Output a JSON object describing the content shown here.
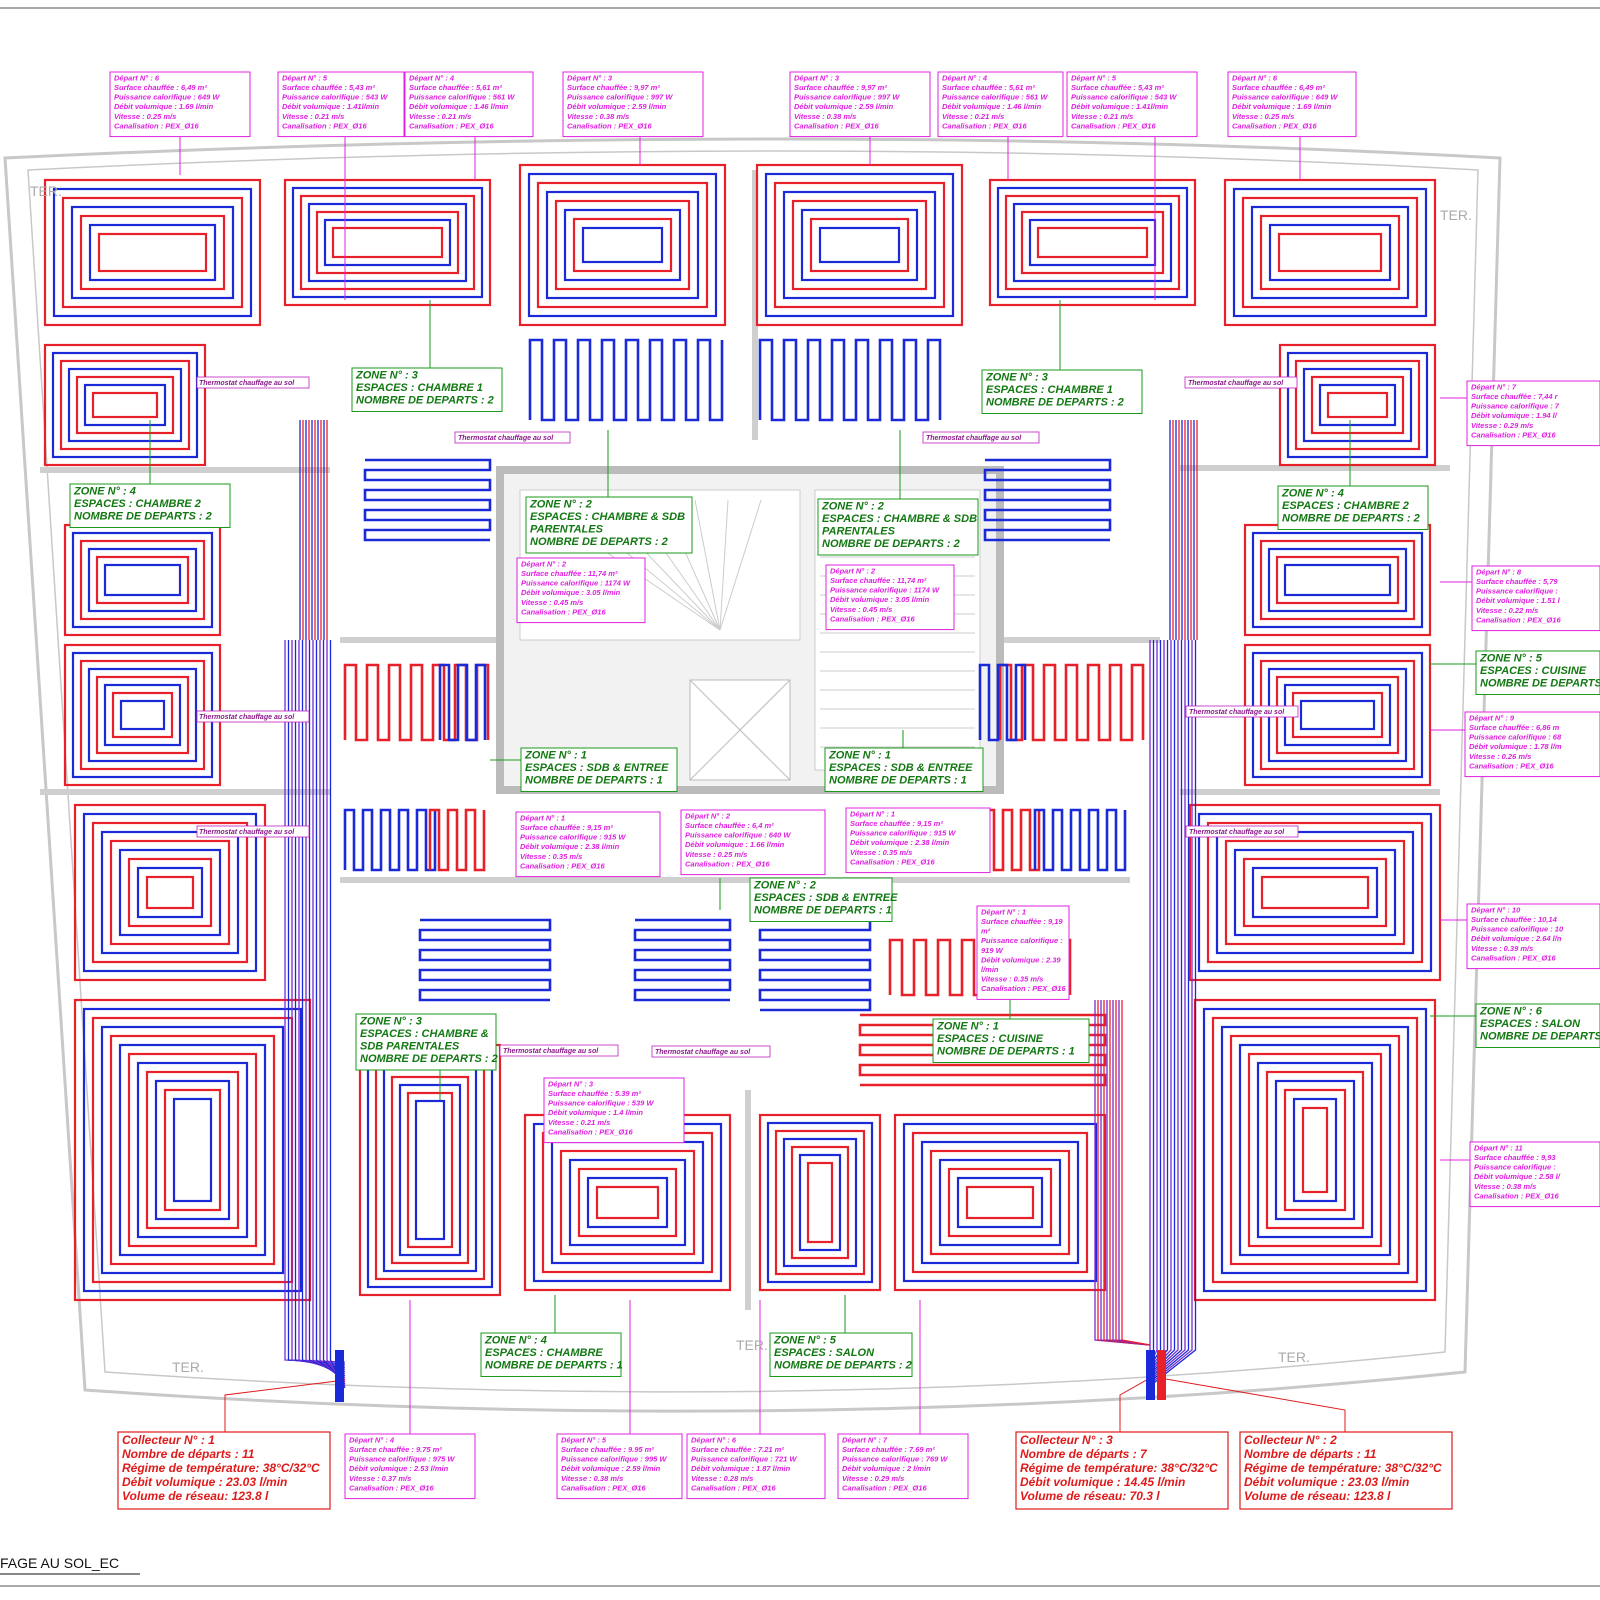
{
  "drawing_title": "FAGE AU SOL_EC",
  "terrace_label": "TER.",
  "thermostat_label": "Thermostat chauffage au sol",
  "colors": {
    "supply": "#e8202a",
    "return": "#1a2ad8",
    "manifold": "#7a2ad0",
    "zone": "#1a9a1a",
    "departure": "#e020e0",
    "collector": "#e01a1a",
    "walls": "#c8c8c8"
  },
  "collectors": [
    {
      "lines": [
        "Collecteur N° : 1",
        "Nombre de départs :  11",
        "Régime de température: 38°C/32°C",
        "Débit volumique : 23.03 l/min",
        "Volume de réseau: 123.8 l"
      ]
    },
    {
      "lines": [
        "Collecteur N° : 3",
        "Nombre de départs :  7",
        "Régime de température: 38°C/32°C",
        "Débit volumique : 14.45 l/min",
        "Volume de réseau: 70.3 l"
      ]
    },
    {
      "lines": [
        "Collecteur N° : 2",
        "Nombre de départs :  11",
        "Régime de température: 38°C/32°C",
        "Débit volumique : 23.03 l/min",
        "Volume de réseau: 123.8 l"
      ]
    }
  ],
  "zones": [
    {
      "lines": [
        "ZONE N° : 3",
        "ESPACES : CHAMBRE 1",
        "NOMBRE DE DEPARTS : 2"
      ]
    },
    {
      "lines": [
        "ZONE N° : 3",
        "ESPACES : CHAMBRE 1",
        "NOMBRE DE DEPARTS : 2"
      ]
    },
    {
      "lines": [
        "ZONE N° : 4",
        "ESPACES : CHAMBRE 2",
        "NOMBRE DE DEPARTS : 2"
      ]
    },
    {
      "lines": [
        "ZONE N° : 4",
        "ESPACES : CHAMBRE 2",
        "NOMBRE DE DEPARTS : 2"
      ]
    },
    {
      "lines": [
        "ZONE N° : 2",
        "ESPACES : CHAMBRE & SDB",
        "PARENTALES",
        "NOMBRE DE DEPARTS : 2"
      ]
    },
    {
      "lines": [
        "ZONE N° : 2",
        "ESPACES : CHAMBRE & SDB",
        "PARENTALES",
        "NOMBRE DE DEPARTS : 2"
      ]
    },
    {
      "lines": [
        "ZONE N° : 5",
        "ESPACES : CUISINE",
        "NOMBRE DE DEPARTS"
      ]
    },
    {
      "lines": [
        "ZONE N° : 1",
        "ESPACES : SDB & ENTREE",
        "NOMBRE DE DEPARTS : 1"
      ]
    },
    {
      "lines": [
        "ZONE N° : 1",
        "ESPACES : SDB & ENTREE",
        "NOMBRE DE DEPARTS : 1"
      ]
    },
    {
      "lines": [
        "ZONE N° : 2",
        "ESPACES : SDB & ENTREE",
        "NOMBRE DE DEPARTS : 1"
      ]
    },
    {
      "lines": [
        "ZONE N° : 3",
        "ESPACES : CHAMBRE &",
        "SDB PARENTALES",
        "NOMBRE DE DEPARTS : 2"
      ]
    },
    {
      "lines": [
        "ZONE N° : 1",
        "ESPACES : CUISINE",
        "NOMBRE DE DEPARTS : 1"
      ]
    },
    {
      "lines": [
        "ZONE N° : 6",
        "ESPACES : SALON",
        "NOMBRE DE DEPARTS"
      ]
    },
    {
      "lines": [
        "ZONE N° : 4",
        "ESPACES : CHAMBRE",
        "NOMBRE DE DEPARTS : 1"
      ]
    },
    {
      "lines": [
        "ZONE N° : 5",
        "ESPACES : SALON",
        "NOMBRE DE DEPARTS : 2"
      ]
    }
  ],
  "departures": [
    {
      "lines": [
        "Départ N° : 6",
        "Surface chauffée : 6,49 m²",
        "Puissance calorifique : 649 W",
        "Débit volumique : 1.69 l/min",
        "Vitesse : 0.25 m/s",
        "Canalisation :  PEX_Ø16"
      ]
    },
    {
      "lines": [
        "Départ N° : 5",
        "Surface chauffée : 5,43 m²",
        "Puissance calorifique : 543 W",
        "Débit volumique : 1.41l/min",
        "Vitesse : 0.21 m/s",
        "Canalisation :  PEX_Ø16"
      ]
    },
    {
      "lines": [
        "Départ N° : 4",
        "Surface chauffée : 5,61 m²",
        "Puissance calorifique : 561 W",
        "Débit volumique : 1.46 l/min",
        "Vitesse : 0.21 m/s",
        "Canalisation :  PEX_Ø16"
      ]
    },
    {
      "lines": [
        "Départ N° : 3",
        "Surface chauffée : 9,97 m²",
        "Puissance calorifique : 997 W",
        "Débit volumique : 2.59 l/min",
        "Vitesse : 0.38 m/s",
        "Canalisation :  PEX_Ø16"
      ]
    },
    {
      "lines": [
        "Départ N° : 3",
        "Surface chauffée : 9,97 m²",
        "Puissance calorifique : 997 W",
        "Débit volumique : 2.59 l/min",
        "Vitesse : 0.38 m/s",
        "Canalisation :  PEX_Ø16"
      ]
    },
    {
      "lines": [
        "Départ N° : 4",
        "Surface chauffée : 5,61 m²",
        "Puissance calorifique : 561 W",
        "Débit volumique : 1.46 l/min",
        "Vitesse : 0.21 m/s",
        "Canalisation :  PEX_Ø16"
      ]
    },
    {
      "lines": [
        "Départ N° : 5",
        "Surface chauffée : 5,43 m²",
        "Puissance calorifique : 543 W",
        "Débit volumique : 1.41l/min",
        "Vitesse : 0.21 m/s",
        "Canalisation :  PEX_Ø16"
      ]
    },
    {
      "lines": [
        "Départ N° : 6",
        "Surface chauffée : 6,49 m²",
        "Puissance calorifique : 649 W",
        "Débit volumique : 1.69 l/min",
        "Vitesse : 0.25 m/s",
        "Canalisation :  PEX_Ø16"
      ]
    },
    {
      "lines": [
        "Départ N° : 2",
        "Surface chauffée : 11,74 m²",
        "Puissance calorifique : 1174 W",
        "Débit volumique : 3.05 l/min",
        "Vitesse : 0.45 m/s",
        "Canalisation :  PEX_Ø16"
      ]
    },
    {
      "lines": [
        "Départ N° : 2",
        "Surface chauffée : 11,74 m²",
        "Puissance calorifique : 1174 W",
        "Débit volumique : 3.05 l/min",
        "Vitesse : 0.45 m/s",
        "Canalisation :  PEX_Ø16"
      ]
    },
    {
      "lines": [
        "Départ N° : 1",
        "Surface chauffée : 9,15 m²",
        "Puissance calorifique : 915 W",
        "Débit volumique : 2.38 l/min",
        "Vitesse : 0.35 m/s",
        "Canalisation :  PEX_Ø16"
      ]
    },
    {
      "lines": [
        "Départ N° : 2",
        "Surface chauffée : 6,4 m²",
        "Puissance calorifique : 640 W",
        "Débit volumique : 1.66 l/min",
        "Vitesse : 0.25 m/s",
        "Canalisation :  PEX_Ø16"
      ]
    },
    {
      "lines": [
        "Départ N° : 1",
        "Surface chauffée : 9,15 m²",
        "Puissance calorifique : 915 W",
        "Débit volumique : 2.38 l/min",
        "Vitesse : 0.35 m/s",
        "Canalisation :  PEX_Ø16"
      ]
    },
    {
      "lines": [
        "Départ N° : 1",
        "Surface chauffée :  9,19",
        "m²",
        "Puissance calorifique :",
        "919 W",
        "Débit volumique : 2.39",
        "l/min",
        "Vitesse : 0.35 m/s",
        "Canalisation :  PEX_Ø16"
      ]
    },
    {
      "lines": [
        "Départ N° : 3",
        "Surface chauffée :  5.39 m²",
        "Puissance calorifique : 539 W",
        "Débit volumique : 1.4 l/min",
        "Vitesse : 0.21 m/s",
        "Canalisation :  PEX_Ø16"
      ]
    },
    {
      "lines": [
        "Départ N° : 4",
        "Surface chauffée :  9.75 m²",
        "Puissance calorifique : 975 W",
        "Débit volumique : 2.53 l/min",
        "Vitesse : 0.37 m/s",
        "Canalisation :  PEX_Ø16"
      ]
    },
    {
      "lines": [
        "Départ N° : 5",
        "Surface chauffée :  9.95 m²",
        "Puissance calorifique : 995 W",
        "Débit volumique : 2.59 l/min",
        "Vitesse : 0.38 m/s",
        "Canalisation :  PEX_Ø16"
      ]
    },
    {
      "lines": [
        "Départ N° : 6",
        "Surface chauffée :  7.21 m²",
        "Puissance calorifique : 721 W",
        "Débit volumique : 1.87 l/min",
        "Vitesse : 0.28 m/s",
        "Canalisation :  PEX_Ø16"
      ]
    },
    {
      "lines": [
        "Départ N° : 7",
        "Surface chauffée :  7.69 m²",
        "Puissance calorifique : 769 W",
        "Débit volumique : 2 l/min",
        "Vitesse : 0.29 m/s",
        "Canalisation :  PEX_Ø16"
      ]
    },
    {
      "lines": [
        "Départ N° : 7",
        "Surface chauffée :  7,44 r",
        "Puissance calorifique :  7",
        "Débit volumique : 1.94 l/",
        "Vitesse : 0.29 m/s",
        "Canalisation :  PEX_Ø16"
      ]
    },
    {
      "lines": [
        "Départ N° : 8",
        "Surface chauffée :  5,79",
        "Puissance calorifique :",
        "Débit volumique : 1.51 l",
        "Vitesse : 0.22 m/s",
        "Canalisation :  PEX_Ø16"
      ]
    },
    {
      "lines": [
        "Départ N° : 9",
        "Surface chauffée :  6,86 m",
        "Puissance calorifique :  68",
        "Débit volumique : 1.78 l/m",
        "Vitesse : 0.26 m/s",
        "Canalisation :  PEX_Ø16"
      ]
    },
    {
      "lines": [
        "Départ N° : 10",
        "Surface chauffée :  10,14",
        "Puissance calorifique : 10",
        "Débit volumique : 2.64 l/n",
        "Vitesse : 0.39 m/s",
        "Canalisation :  PEX_Ø16"
      ]
    },
    {
      "lines": [
        "Départ N° : 11",
        "Surface chauffée :  9,93",
        "Puissance calorifique :",
        "Débit volumique : 2.58 l/",
        "Vitesse : 0.38 m/s",
        "Canalisation :  PEX_Ø16"
      ]
    }
  ]
}
